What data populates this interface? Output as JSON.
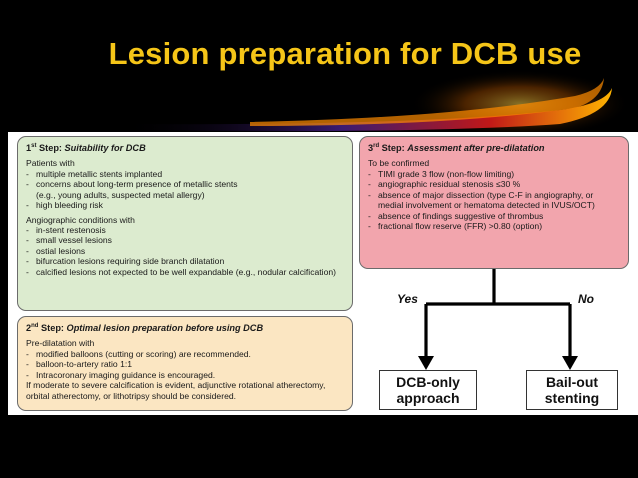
{
  "slide": {
    "title": "Lesion preparation for DCB use"
  },
  "step1": {
    "ordinal": "1",
    "sup": "st",
    "label": " Step: ",
    "title": "Suitability for DCB",
    "patients_intro": "Patients with",
    "patients_items": [
      "multiple metallic stents implanted",
      "concerns about long-term presence of metallic stents",
      "high bleeding risk"
    ],
    "patients_item2_cont": "(e.g., young adults, suspected metal allergy)",
    "angio_intro": "Angiographic conditions with",
    "angio_items": [
      "in-stent restenosis",
      "small vessel lesions",
      "ostial lesions",
      "bifurcation lesions requiring side branch dilatation",
      "calcified lesions not expected to be well expandable (e.g., nodular calcification)"
    ]
  },
  "step2": {
    "ordinal": "2",
    "sup": "nd",
    "label": " Step: ",
    "title": "Optimal lesion preparation before using DCB",
    "intro": "Pre-dilatation with",
    "items": [
      "modified balloons (cutting or scoring) are recommended.",
      "balloon-to-artery ratio 1:1",
      "Intracoronary imaging guidance is encouraged."
    ],
    "closing": "If moderate to severe calcification is evident, adjunctive rotational atherectomy, orbital atherectomy, or lithotripsy should be considered."
  },
  "step3": {
    "ordinal": "3",
    "sup": "rd",
    "label": " Step: ",
    "title": "Assessment after pre-dilatation",
    "intro": "To be confirmed",
    "items": [
      "TIMI grade 3 flow (non-flow limiting)",
      "angiographic residual stenosis ≤30 %",
      "absence of major dissection (type C-F in angiography, or medial involvement or hematoma detected in IVUS/OCT)",
      "absence of findings suggestive of thrombus",
      "fractional flow reserve (FFR) >0.80 (option)"
    ]
  },
  "branches": {
    "yes": "Yes",
    "no": "No"
  },
  "outcomes": {
    "dcb_only": "DCB-only approach",
    "bailout": "Bail-out stenting"
  },
  "colors": {
    "title": "#f5c518",
    "step1_bg": "#dcebcf",
    "step2_bg": "#fbe6c2",
    "step3_bg": "#f2a5ad"
  }
}
